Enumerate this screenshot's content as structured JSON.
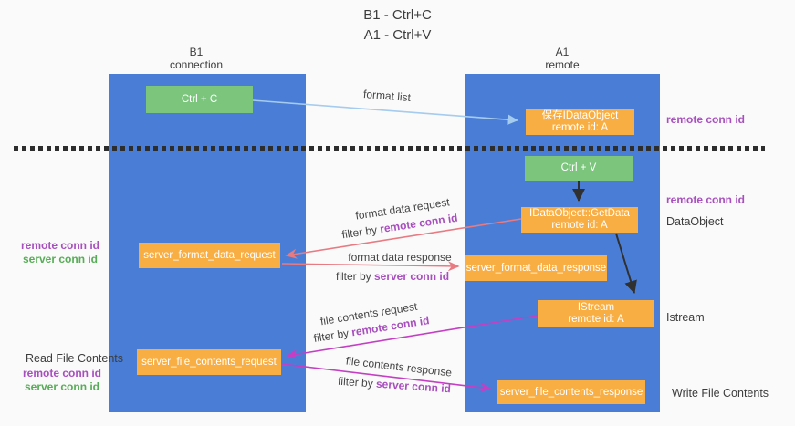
{
  "title": {
    "line1": "B1 - Ctrl+C",
    "line2": "A1 - Ctrl+V"
  },
  "lanes": {
    "left": {
      "id": "B1",
      "role": "connection"
    },
    "right": {
      "id": "A1",
      "role": "remote"
    }
  },
  "nodes": {
    "ctrl_c": {
      "label": "Ctrl + C"
    },
    "save_dataobject": {
      "line1": "保存IDataObject",
      "line2": "remote id: A"
    },
    "ctrl_v": {
      "label": "Ctrl + V"
    },
    "getdata": {
      "line1": "IDataObject::GetData",
      "line2": "remote id: A"
    },
    "format_request": {
      "label": "server_format_data_request"
    },
    "format_response": {
      "label": "server_format_data_response"
    },
    "istream": {
      "line1": "IStream",
      "line2": "remote id: A"
    },
    "file_request": {
      "label": "server_file_contents_request"
    },
    "file_response": {
      "label": "server_file_contents_response"
    }
  },
  "arrow_labels": {
    "format_list": "format list",
    "format_request_title": "format data request",
    "format_request_filter_prefix": "filter by ",
    "format_request_filter_value": "remote conn id",
    "format_response_title": "format data response",
    "format_response_filter_prefix": "filter by ",
    "format_response_filter_value": "server conn id",
    "file_request_title": "file contents request",
    "file_request_filter_prefix": "filter by ",
    "file_request_filter_value": "remote conn id",
    "file_response_title": "file contents response",
    "file_response_filter_prefix": "filter by ",
    "file_response_filter_value": "server conn id"
  },
  "side_labels": {
    "right_remote_conn_top": "remote conn id",
    "right_remote_conn_mid": "remote conn id",
    "dataobject": "DataObject",
    "istream": "Istream",
    "write_file": "Write File Contents",
    "read_file": "Read File Contents",
    "left_remote_conn_top": "remote conn id",
    "left_server_conn_top": "server conn id",
    "left_remote_conn_bottom": "remote conn id",
    "left_server_conn_bottom": "server conn id"
  },
  "colors": {
    "lane_blue": "#4a7ed6",
    "node_green": "#7bc57d",
    "node_orange": "#f9ae43",
    "arrow_light_blue": "#a5cbee",
    "arrow_black": "#303030",
    "arrow_salmon": "#e87a82",
    "arrow_magenta": "#c43fc4",
    "text_purple": "#a84fbe",
    "text_green": "#57ac57",
    "text_dark": "#3c3c3c",
    "background": "#fafafa"
  }
}
